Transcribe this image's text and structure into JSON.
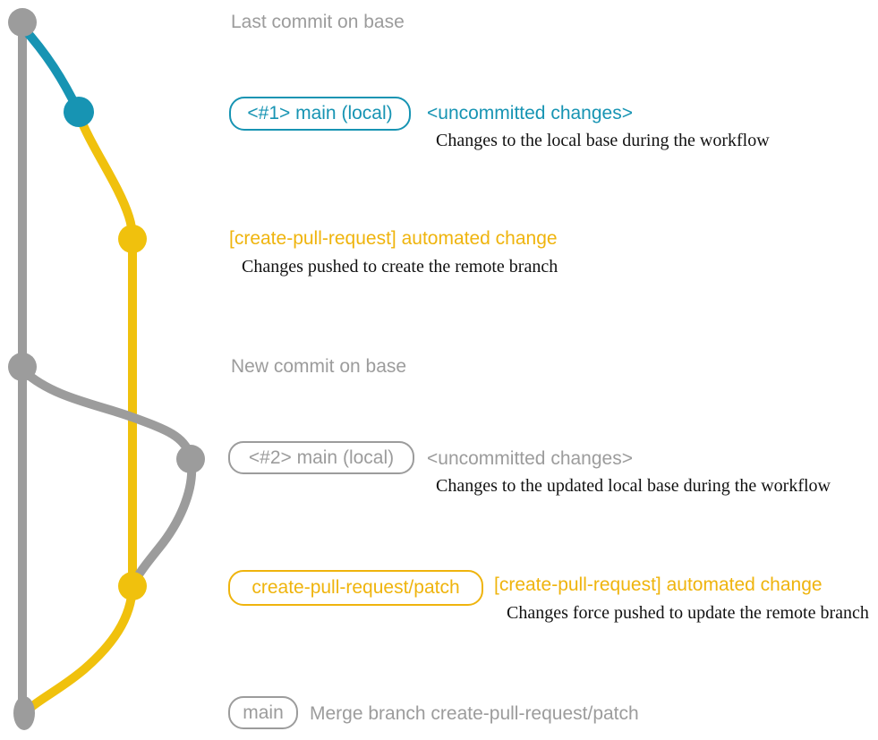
{
  "colors": {
    "gray": "#9C9C9C",
    "teal": "#1794B3",
    "yellow": "#F0C10D",
    "yellow_text": "#EFB40D",
    "ink": "#121212"
  },
  "graph": {
    "branch_colors": {
      "base_branch": "#9C9C9C",
      "local_main": "#1794B3",
      "patch_branch": "#F0C10D"
    },
    "commit_count": 7
  },
  "rows": [
    {
      "label": "Last commit on base"
    },
    {
      "badge": "<#1> main (local)",
      "note": "<uncommitted changes>",
      "desc": "Changes to the local base during the workflow"
    },
    {
      "title": "[create-pull-request] automated change",
      "desc": "Changes pushed to create the remote branch"
    },
    {
      "label": "New commit on base"
    },
    {
      "badge": "<#2> main (local)",
      "note": "<uncommitted changes>",
      "desc": "Changes to the updated local base during the workflow"
    },
    {
      "badge": "create-pull-request/patch",
      "title": "[create-pull-request] automated change",
      "desc": "Changes force pushed to update the remote branch"
    },
    {
      "badge": "main",
      "label": "Merge branch create-pull-request/patch"
    }
  ]
}
